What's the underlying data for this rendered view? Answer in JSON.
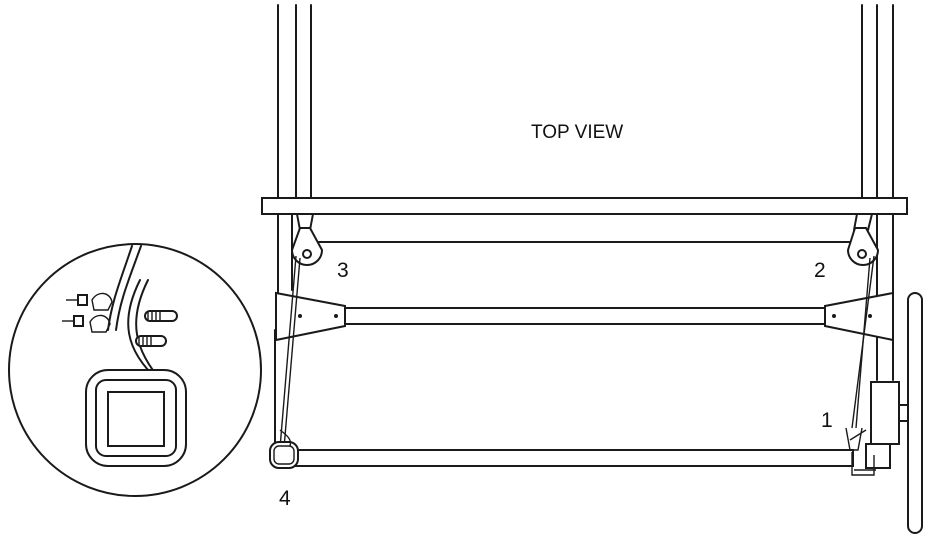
{
  "diagram": {
    "view_label": "TOP VIEW",
    "callouts": [
      "1",
      "2",
      "3",
      "4"
    ]
  }
}
